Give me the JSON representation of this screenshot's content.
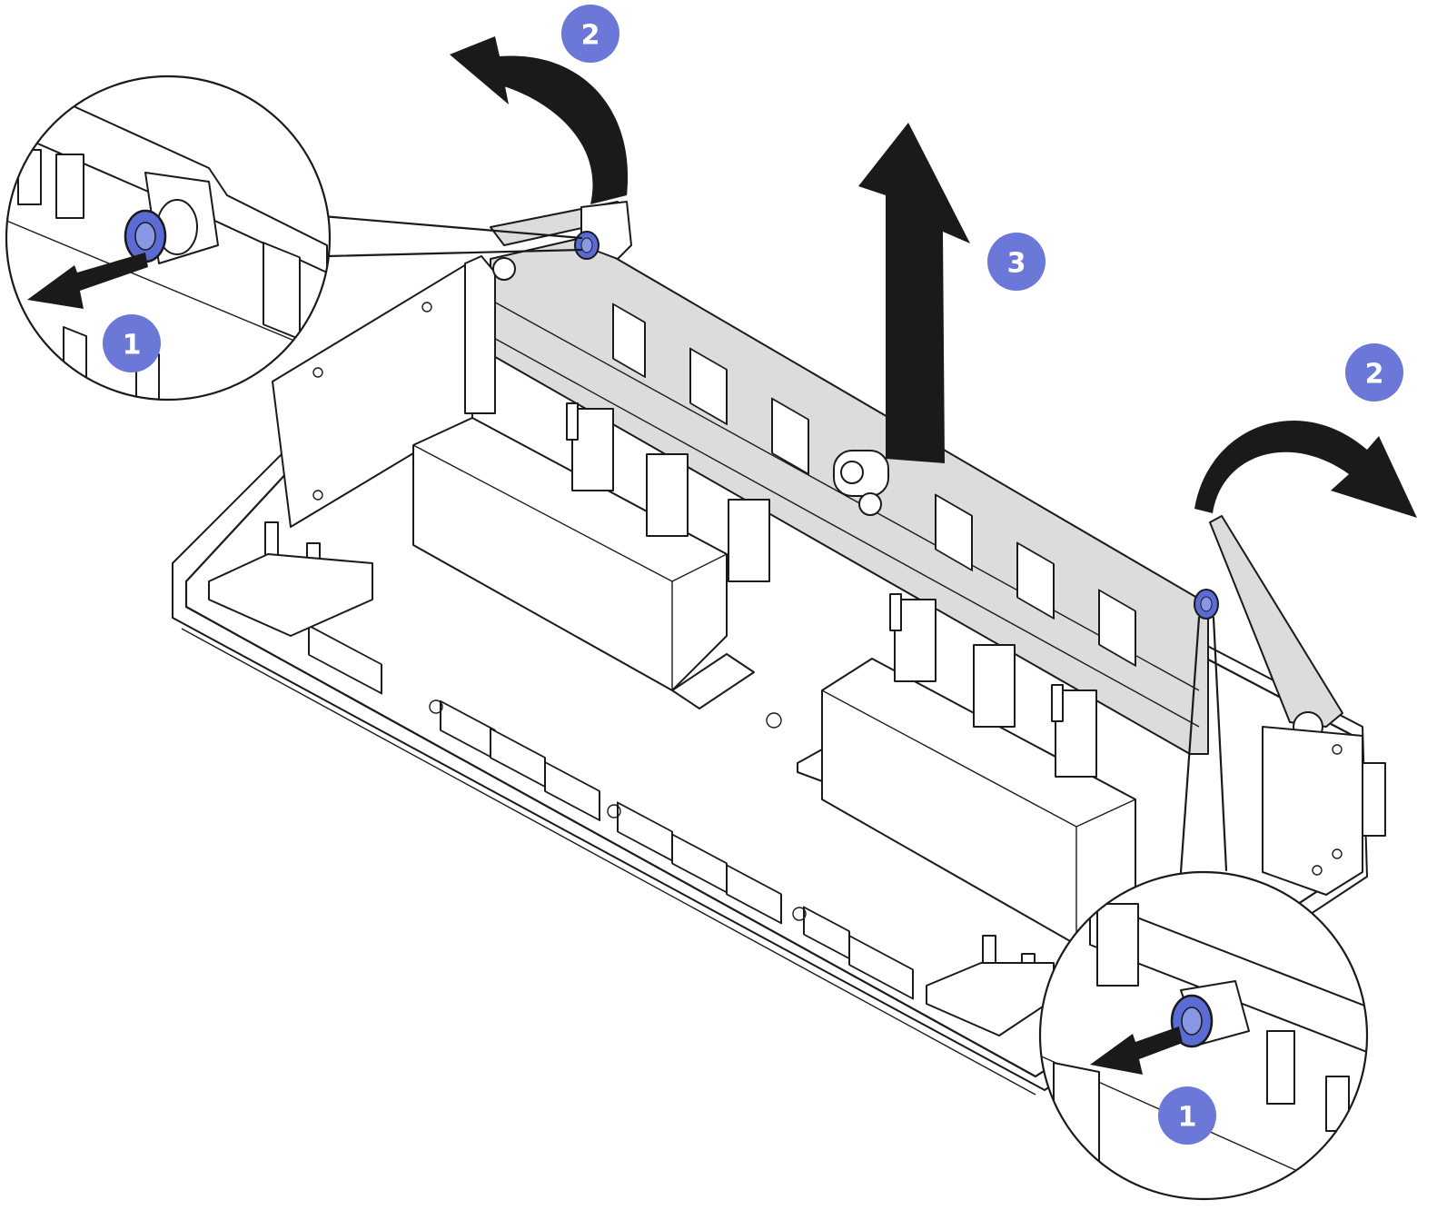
{
  "colors": {
    "badge": "#6b78d8",
    "plunger": "#5a6bd6",
    "backplate": "#dcdcdc",
    "outline": "#1a1a1a",
    "arrow": "#000000"
  },
  "callouts": [
    {
      "id": "callout-step-1-left",
      "label": "1"
    },
    {
      "id": "callout-step-2-left",
      "label": "2"
    },
    {
      "id": "callout-step-3",
      "label": "3"
    },
    {
      "id": "callout-step-2-right",
      "label": "2"
    },
    {
      "id": "callout-step-1-right",
      "label": "1"
    }
  ],
  "icons": {
    "pull": "pull-arrow-icon",
    "rotate": "rotate-arrow-icon",
    "lift": "lift-arrow-icon"
  }
}
